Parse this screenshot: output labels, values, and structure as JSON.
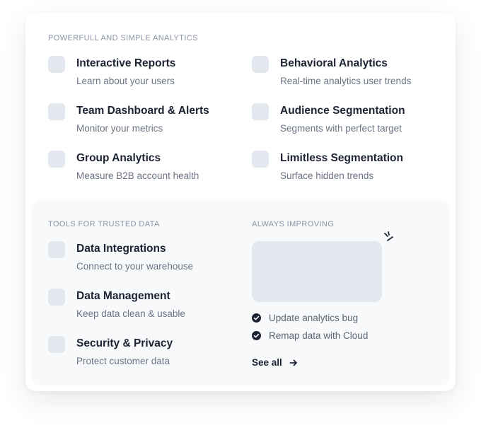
{
  "analytics_section": {
    "label": "POWERFULL AND SIMPLE ANALYTICS",
    "items": [
      {
        "title": "Interactive Reports",
        "subtitle": "Learn about your users"
      },
      {
        "title": "Behavioral Analytics",
        "subtitle": "Real-time analytics user trends"
      },
      {
        "title": "Team Dashboard & Alerts",
        "subtitle": "Monitor your metrics"
      },
      {
        "title": "Audience Segmentation",
        "subtitle": "Segments with perfect target"
      },
      {
        "title": "Group Analytics",
        "subtitle": "Measure B2B account health"
      },
      {
        "title": "Limitless Segmentation",
        "subtitle": "Surface hidden trends"
      }
    ]
  },
  "tools_section": {
    "label": "TOOLS FOR TRUSTED DATA",
    "items": [
      {
        "title": "Data Integrations",
        "subtitle": "Connect to your warehouse"
      },
      {
        "title": "Data Management",
        "subtitle": "Keep data clean & usable"
      },
      {
        "title": "Security & Privacy",
        "subtitle": "Protect customer data"
      }
    ]
  },
  "improving_section": {
    "label": "ALWAYS IMPROVING",
    "updates": [
      {
        "text": "Update analytics bug",
        "icon": "check-circle-icon"
      },
      {
        "text": "Remap data with Cloud",
        "icon": "check-circle-icon"
      }
    ],
    "see_all_label": "See all",
    "see_all_icon": "arrow-right-icon"
  },
  "colors": {
    "icon_placeholder": "#e3e8ef",
    "panel_background": "#f7f9fb",
    "title_text": "#1c2333",
    "subtitle_text": "#6b7384",
    "section_label": "#8a93a3"
  }
}
